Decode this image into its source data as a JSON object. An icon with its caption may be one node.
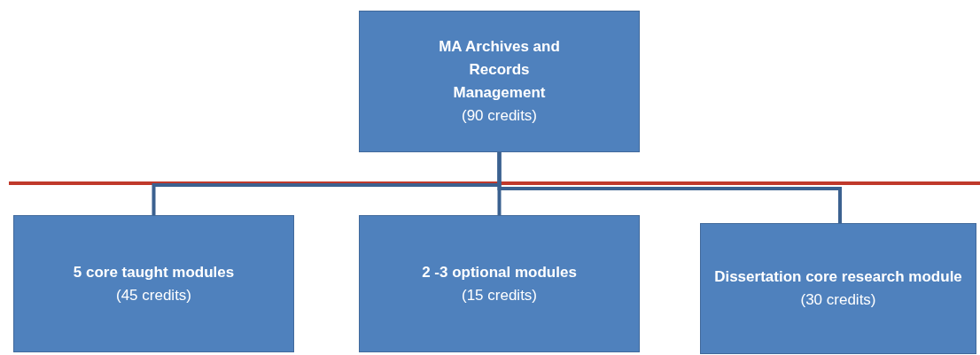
{
  "diagram": {
    "nodes": [
      {
        "text": [
          "MA Archives and Records Management",
          "(90 credits)"
        ]
      },
      {
        "text": [
          "5 core taught modules",
          "(45 credits)"
        ]
      },
      {
        "text": [
          "2 -3 optional modules",
          "(15 credits)"
        ]
      },
      {
        "text": [
          "Dissertation core research module",
          "(30 credits)"
        ]
      }
    ],
    "edges": [
      {
        "from": 0,
        "to": 1,
        "arrow": "none"
      },
      {
        "from": 0,
        "to": 2,
        "arrow": "none"
      },
      {
        "from": 0,
        "to": 3,
        "arrow": "none"
      }
    ]
  }
}
